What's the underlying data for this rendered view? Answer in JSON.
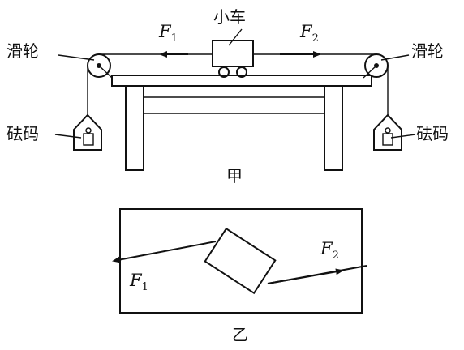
{
  "diagram_a": {
    "cart_label": "小车",
    "left_pulley_label": "滑轮",
    "right_pulley_label": "滑轮",
    "left_weight_label": "砝码",
    "right_weight_label": "砝码",
    "force_left": {
      "symbol": "F",
      "subscript": "1"
    },
    "force_right": {
      "symbol": "F",
      "subscript": "2"
    },
    "caption": "甲"
  },
  "diagram_b": {
    "force_left": {
      "symbol": "F",
      "subscript": "1"
    },
    "force_right": {
      "symbol": "F",
      "subscript": "2"
    },
    "caption": "乙"
  }
}
